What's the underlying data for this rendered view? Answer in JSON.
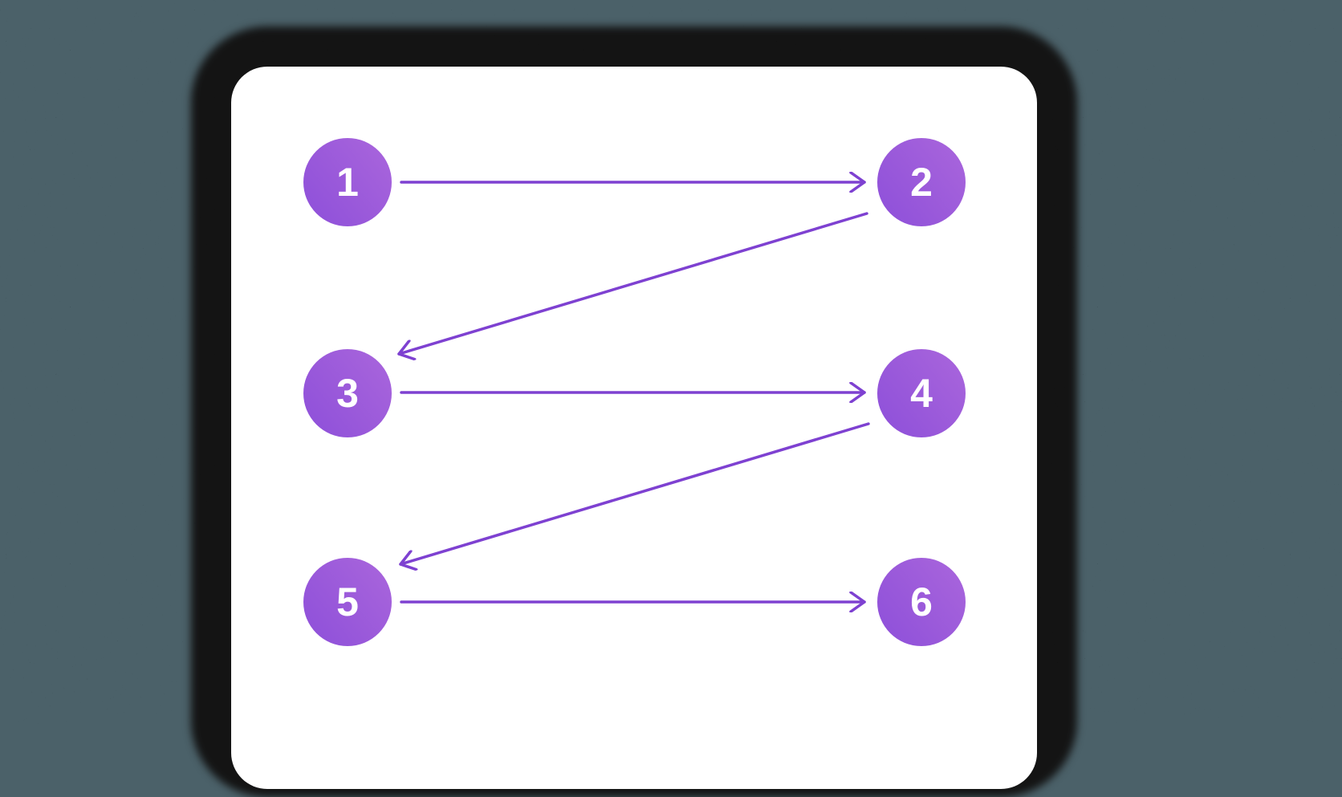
{
  "diagram": {
    "description": "numbered-steps-flow",
    "nodes": [
      {
        "id": "1",
        "label": "1"
      },
      {
        "id": "2",
        "label": "2"
      },
      {
        "id": "3",
        "label": "3"
      },
      {
        "id": "4",
        "label": "4"
      },
      {
        "id": "5",
        "label": "5"
      },
      {
        "id": "6",
        "label": "6"
      }
    ],
    "edges": [
      {
        "from": "1",
        "to": "2"
      },
      {
        "from": "2",
        "to": "3"
      },
      {
        "from": "3",
        "to": "4"
      },
      {
        "from": "4",
        "to": "5"
      },
      {
        "from": "5",
        "to": "6"
      }
    ],
    "colors": {
      "background": "#4b6169",
      "card": "#ffffff",
      "shadow": "#141414",
      "arrow": "#7e41d1",
      "node_gradient_start": "#8d4fd9",
      "node_gradient_end": "#aa66dc",
      "node_text": "#ffffff"
    }
  }
}
